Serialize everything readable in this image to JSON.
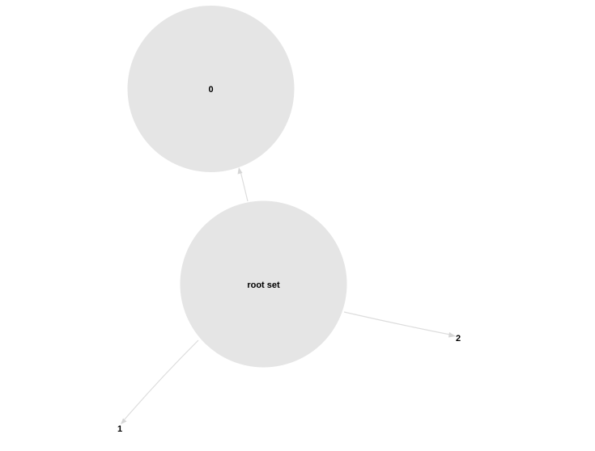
{
  "graph": {
    "nodes": [
      {
        "id": "n0",
        "label": "0"
      },
      {
        "id": "root",
        "label": "root set"
      },
      {
        "id": "n1",
        "label": "1"
      },
      {
        "id": "n2",
        "label": "2"
      }
    ],
    "edges": [
      {
        "from": "root",
        "to": "n0"
      },
      {
        "from": "root",
        "to": "n1"
      },
      {
        "from": "root",
        "to": "n2"
      }
    ],
    "colors": {
      "node_fill": "#e5e5e5",
      "edge": "#dddddd",
      "arrow": "#d6d6d6",
      "label": "#000000",
      "background": "#ffffff"
    }
  }
}
